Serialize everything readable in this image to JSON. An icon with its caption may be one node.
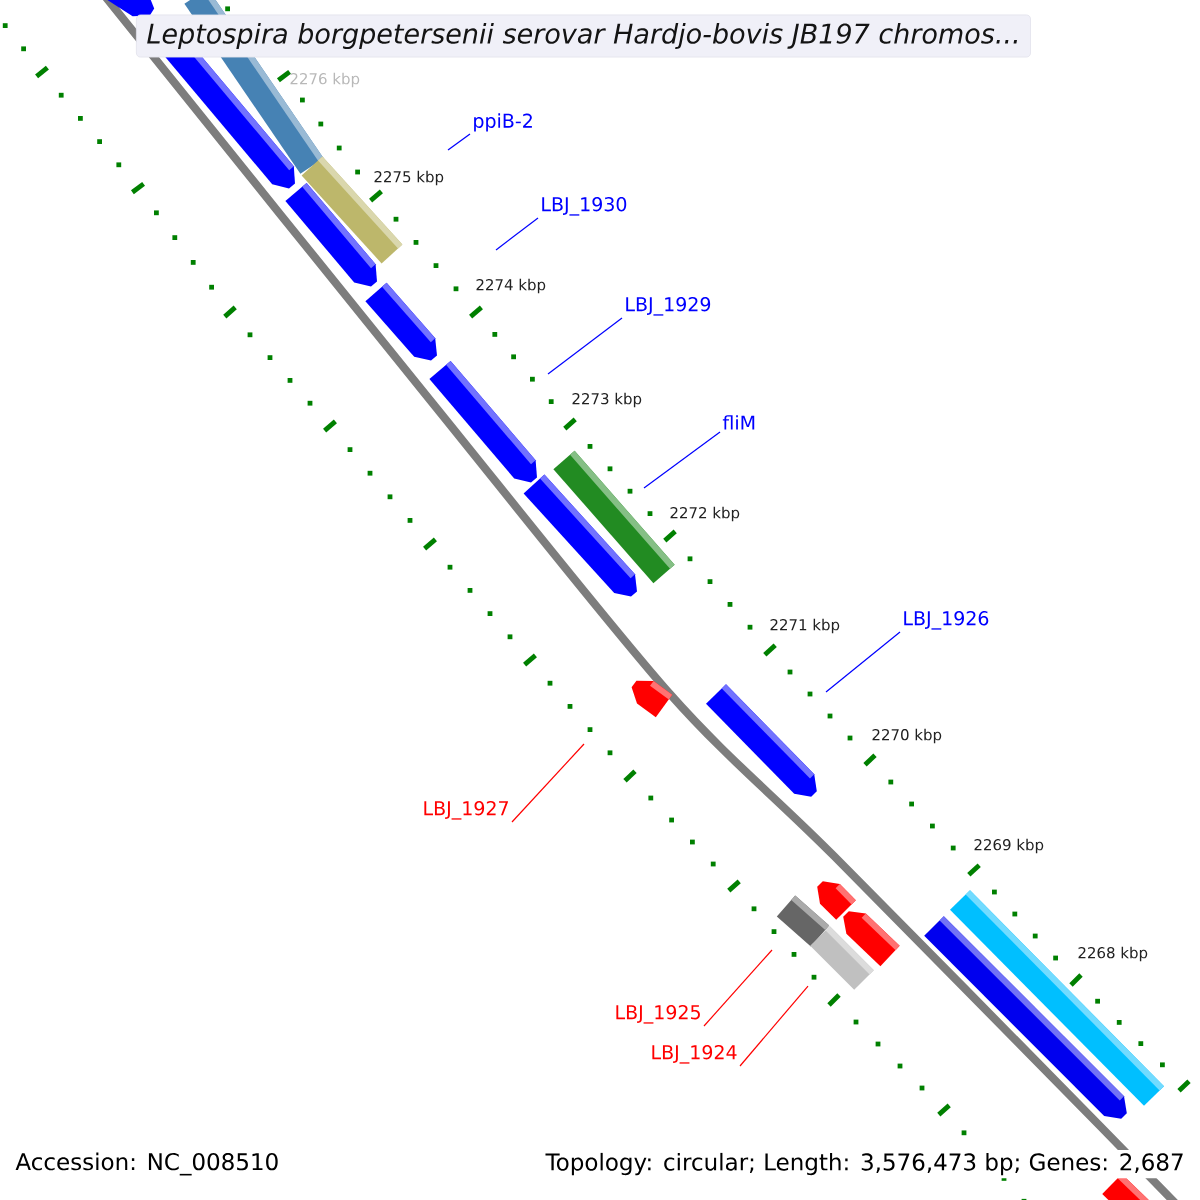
{
  "diagram": {
    "title": "Leptospira borgpetersenii serovar Hardjo-bovis JB197 chromos...",
    "nodes": [
      {
        "text": [
          "ppiB-2"
        ]
      },
      {
        "text": [
          "LBJ_1930"
        ]
      },
      {
        "text": [
          "LBJ_1929"
        ]
      },
      {
        "text": [
          "fliM"
        ]
      },
      {
        "text": [
          "LBJ_1926"
        ]
      },
      {
        "text": [
          "LBJ_1927"
        ]
      },
      {
        "text": [
          "LBJ_1925"
        ]
      },
      {
        "text": [
          "LBJ_1924"
        ]
      }
    ],
    "edges": [
      {
        "from": 0,
        "to": null,
        "arrow": "none"
      },
      {
        "from": 1,
        "to": null,
        "arrow": "none"
      },
      {
        "from": 2,
        "to": null,
        "arrow": "none"
      },
      {
        "from": 3,
        "to": null,
        "arrow": "none"
      },
      {
        "from": 4,
        "to": null,
        "arrow": "none"
      },
      {
        "from": 5,
        "to": null,
        "arrow": "none",
        "color": "#ff0000"
      },
      {
        "from": 6,
        "to": null,
        "arrow": "none",
        "color": "#ff0000"
      },
      {
        "from": 7,
        "to": null,
        "arrow": "none",
        "color": "#ff0000"
      }
    ],
    "labels": [
      "2276 kbp",
      "2275 kbp",
      "2274 kbp",
      "2273 kbp",
      "2272 kbp",
      "2271 kbp",
      "2270 kbp",
      "2269 kbp",
      "2268 kbp",
      "Accession: NC_008510",
      "Topology: circular; Length: 3,576,473 bp; Genes: 2,687"
    ]
  }
}
